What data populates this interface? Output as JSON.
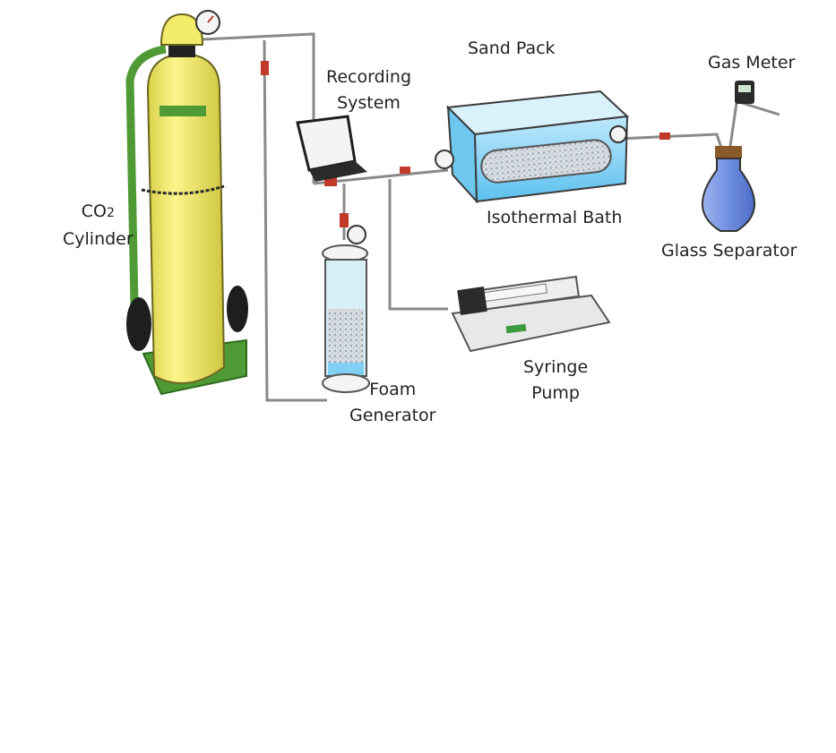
{
  "diagram": {
    "title": "CO2 foam flooding experimental setup",
    "labels": {
      "co2_cylinder": {
        "line1_prefix": "CO",
        "line1_sub": "2",
        "line2": "Cylinder"
      },
      "recording_system": {
        "line1": "Recording",
        "line2": "System"
      },
      "sand_pack": "Sand Pack",
      "gas_meter": "Gas Meter",
      "isothermal_bath": "Isothermal Bath",
      "glass_separator": "Glass Separator",
      "foam_generator": {
        "line1": "Foam",
        "line2": "Generator"
      },
      "syringe_pump": {
        "line1": "Syringe",
        "line2": "Pump"
      }
    },
    "colors": {
      "cylinder_yellow": "#f2ec6a",
      "cart_green": "#4f9a34",
      "pipe": "#8a8a8a",
      "water_blue": "#7fd0f2",
      "flask_blue": "#6f8fe0",
      "valve_red": "#c0392b"
    }
  }
}
